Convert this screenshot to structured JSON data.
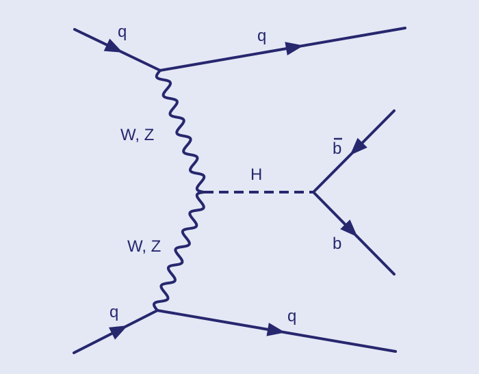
{
  "colors": {
    "background": "#e4e8f5",
    "line": "#27276e"
  },
  "labels": {
    "q_in_top": "q",
    "q_out_top": "q",
    "boson_upper": "W, Z",
    "boson_lower": "W, Z",
    "higgs": "H",
    "bbar": "b",
    "b": "b",
    "q_in_bottom": "q",
    "q_out_bottom": "q"
  }
}
